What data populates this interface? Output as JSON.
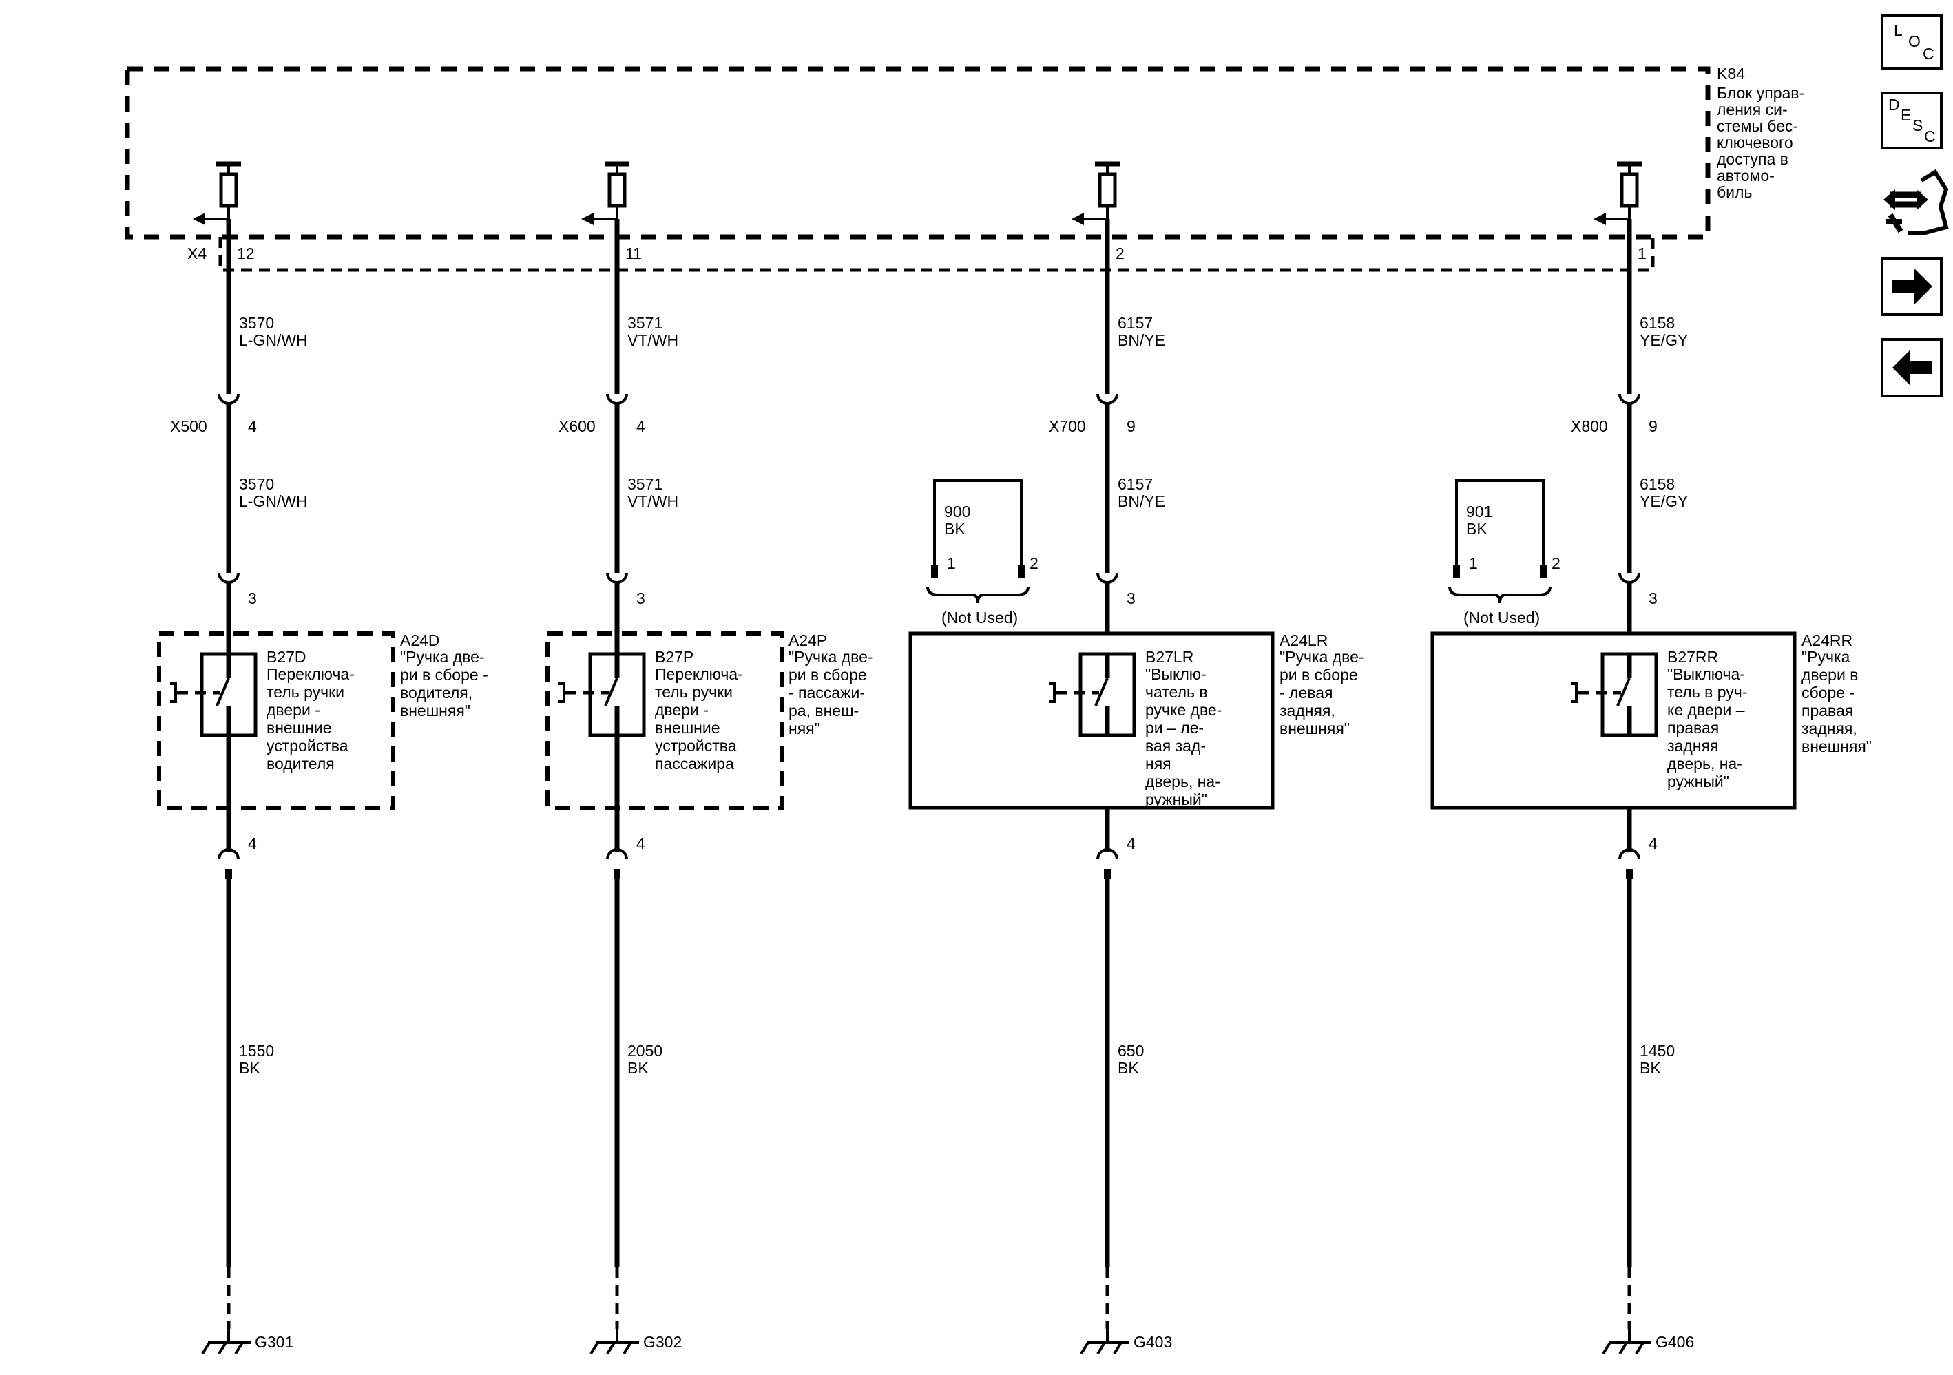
{
  "module": {
    "id": "K84",
    "desc_lines": [
      "Блок управ-",
      "ления си-",
      "стемы бес-",
      "ключевого",
      "доступа в",
      "автомо-",
      "биль"
    ],
    "connector": "X4"
  },
  "circuits": [
    {
      "pin": "12",
      "wire_top": {
        "num": "3570",
        "color": "L-GN/WH"
      },
      "inline": {
        "id": "X500",
        "pin": "4"
      },
      "wire_mid": {
        "num": "3570",
        "color": "L-GN/WH"
      },
      "pin_in": "3",
      "switch": {
        "id": "B27D",
        "lines": [
          "Переключа-",
          "тель ручки",
          "двери -",
          "внешние",
          "устройства",
          "водителя"
        ]
      },
      "assembly": {
        "id": "A24D",
        "lines": [
          "\"Ручка две-",
          "ри в сборе -",
          "водителя,",
          "внешняя\""
        ],
        "style": "dashed"
      },
      "pin_out": "4",
      "wire_bot": {
        "num": "1550",
        "color": "BK"
      },
      "ground": "G301"
    },
    {
      "pin": "11",
      "wire_top": {
        "num": "3571",
        "color": "VT/WH"
      },
      "inline": {
        "id": "X600",
        "pin": "4"
      },
      "wire_mid": {
        "num": "3571",
        "color": "VT/WH"
      },
      "pin_in": "3",
      "switch": {
        "id": "B27P",
        "lines": [
          "Переключа-",
          "тель ручки",
          "двери -",
          "внешние",
          "устройства",
          "пассажира"
        ]
      },
      "assembly": {
        "id": "A24P",
        "lines": [
          "\"Ручка две-",
          "ри в сборе",
          "- пассажи-",
          "ра, внеш-",
          "няя\""
        ],
        "style": "dashed"
      },
      "pin_out": "4",
      "wire_bot": {
        "num": "2050",
        "color": "BK"
      },
      "ground": "G302"
    },
    {
      "pin": "2",
      "wire_top": {
        "num": "6157",
        "color": "BN/YE"
      },
      "inline": {
        "id": "X700",
        "pin": "9"
      },
      "wire_mid": {
        "num": "6157",
        "color": "BN/YE"
      },
      "pin_in": "3",
      "switch": {
        "id": "B27LR",
        "lines": [
          "\"Выклю-",
          "чатель в",
          "ручке две-",
          "ри – ле-",
          "вая зад-",
          "няя",
          "дверь, на-",
          "ружный\""
        ]
      },
      "assembly": {
        "id": "A24LR",
        "lines": [
          "\"Ручка две-",
          "ри в сборе",
          "- левая",
          "задняя,",
          "внешняя\""
        ],
        "style": "solid"
      },
      "pin_out": "4",
      "wire_bot": {
        "num": "650",
        "color": "BK"
      },
      "ground": "G403",
      "unused": {
        "num": "900",
        "color": "BK",
        "pin1": "1",
        "pin2": "2",
        "label": "(Not Used)"
      }
    },
    {
      "pin": "1",
      "wire_top": {
        "num": "6158",
        "color": "YE/GY"
      },
      "inline": {
        "id": "X800",
        "pin": "9"
      },
      "wire_mid": {
        "num": "6158",
        "color": "YE/GY"
      },
      "pin_in": "3",
      "switch": {
        "id": "B27RR",
        "lines": [
          "\"Выключа-",
          "тель в руч-",
          "ке двери –",
          "правая",
          "задняя",
          "дверь, на-",
          "ружный\""
        ]
      },
      "assembly": {
        "id": "A24RR",
        "lines": [
          "\"Ручка",
          "двери в",
          "сборе -",
          "правая",
          "задняя,",
          "внешняя\""
        ],
        "style": "solid"
      },
      "pin_out": "4",
      "wire_bot": {
        "num": "1450",
        "color": "BK"
      },
      "ground": "G406",
      "unused": {
        "num": "901",
        "color": "BK",
        "pin1": "1",
        "pin2": "2",
        "label": "(Not Used)"
      }
    }
  ],
  "nav": {
    "loc": {
      "l1": "L",
      "l2": "O",
      "l3": "C"
    },
    "desc": {
      "l1": "D",
      "l2": "E",
      "l3": "S",
      "l4": "C"
    },
    "icons": [
      "connector-icon",
      "arrow-right-icon",
      "arrow-left-icon"
    ]
  }
}
